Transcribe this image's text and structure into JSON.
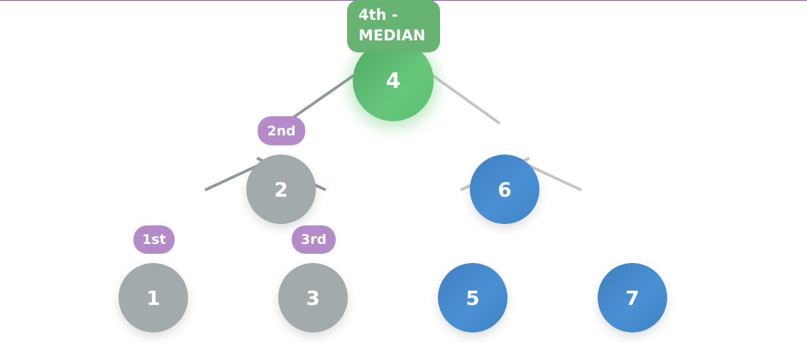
{
  "tree": {
    "root": {
      "value": "4",
      "badge": "4th - MEDIAN",
      "color": "#5cbf70"
    },
    "left": {
      "value": "2",
      "badge": "2nd",
      "color": "#a2aaab"
    },
    "right": {
      "value": "6",
      "color": "#4a90d4"
    },
    "left_left": {
      "value": "1",
      "badge": "1st",
      "color": "#a2aaab"
    },
    "left_right": {
      "value": "3",
      "badge": "3rd",
      "color": "#a2aaab"
    },
    "right_left": {
      "value": "5",
      "color": "#4a90d4"
    },
    "right_right": {
      "value": "7",
      "color": "#4a90d4"
    }
  },
  "colors": {
    "visited_badge": "#b48bc8",
    "median_badge": "#67b472",
    "edge_active": "#8e9a9a",
    "edge_inactive": "#c3c7c8",
    "top_border": "#8e5aa8"
  }
}
